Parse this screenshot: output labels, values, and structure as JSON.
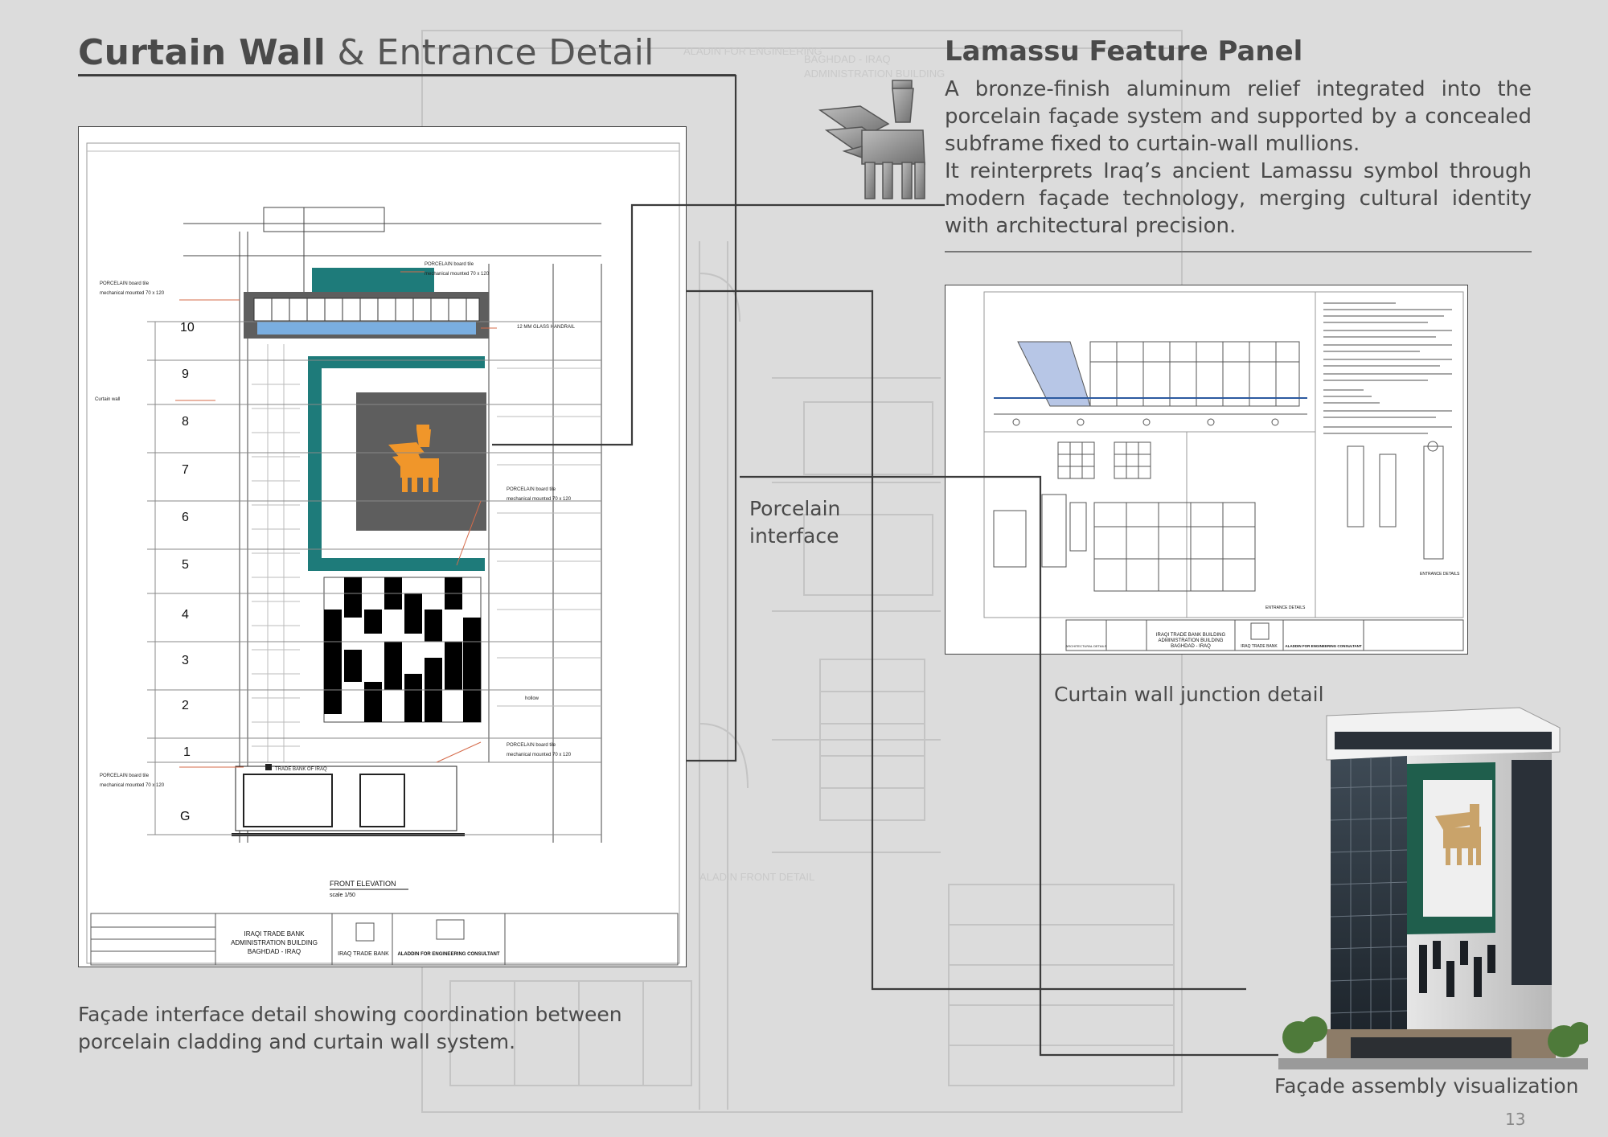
{
  "header": {
    "title_bold": "Curtain Wall",
    "title_rest": "& Entrance Detail"
  },
  "feature": {
    "title": "Lamassu Feature Panel",
    "paragraph1": "A bronze-finish aluminum relief integrated into the porcelain façade system and supported by a concealed subframe fixed to curtain-wall mullions.",
    "paragraph2": "It reinterprets Iraq’s ancient Lamassu symbol through modern façade technology, merging cultural identity with architectural precision."
  },
  "labels": {
    "porcelain_interface": "Porcelain interface",
    "junction_caption": "Curtain wall junction detail",
    "facade_viz_caption": "Façade assembly visualization",
    "left_caption": "Façade interface detail showing coordination between porcelain cladding and curtain wall system.",
    "page_number": "13"
  },
  "elevation": {
    "floors": [
      "10",
      "9",
      "8",
      "7",
      "6",
      "5",
      "4",
      "3",
      "2",
      "1",
      "G"
    ],
    "notes": {
      "porcelain_top_left_1": "PORCELAIN board tile",
      "porcelain_top_left_2": "mechanical mounted 70 x 120",
      "porcelain_top_right_1": "PORCELAIN board tile",
      "porcelain_top_right_2": "mechanical mounted 70 x 120",
      "glass_handrail": "12 MM GLASS HANDRAIL",
      "curtain_wall": "Curtain wall",
      "porcelain_mid_1": "PORCELAIN board tile",
      "porcelain_mid_2": "mechanical mounted 70 x 120",
      "hollow": "hollow",
      "porcelain_low_1": "PORCELAIN board tile",
      "porcelain_low_2": "mechanical mounted 70 x 120",
      "porcelain_bottom_left_1": "PORCELAIN board tile",
      "porcelain_bottom_left_2": "mechanical mounted 70 x 120",
      "bank_sign": "TRADE BANK OF IRAQ"
    },
    "drawing_title": "FRONT ELEVATION",
    "scale": "scale 1/50",
    "title_block": {
      "project_1": "IRAQI TRADE BANK",
      "project_2": "ADMINISTRATION BUILDING",
      "project_3": "BAGHDAD - IRAQ",
      "client": "IRAQ TRADE BANK",
      "consultant": "ALADDIN FOR ENGINEERING CONSULTANT"
    }
  },
  "junction": {
    "drawing_title_left": "ENTRANCE DETAILS",
    "drawing_title_right": "ENTRANCE DETAILS",
    "title_block": {
      "project_1": "IRAQI TRADE BANK BUILDING",
      "project_2": "ADMINISTRATION BUILDING",
      "project_3": "BAGHDAD - IRAQ",
      "client": "IRAQ TRADE BANK",
      "consultant": "ALADDIN FOR ENGINEERING CONSULTANT",
      "sheet": "ARCHITECTURAL DETAILS"
    }
  },
  "colors": {
    "teal": "#1e7b7a",
    "orange": "#f0962a",
    "panel_gray": "#5e5e5e",
    "glass_blue": "#7aaee0",
    "connector": "#3b3b3b"
  }
}
